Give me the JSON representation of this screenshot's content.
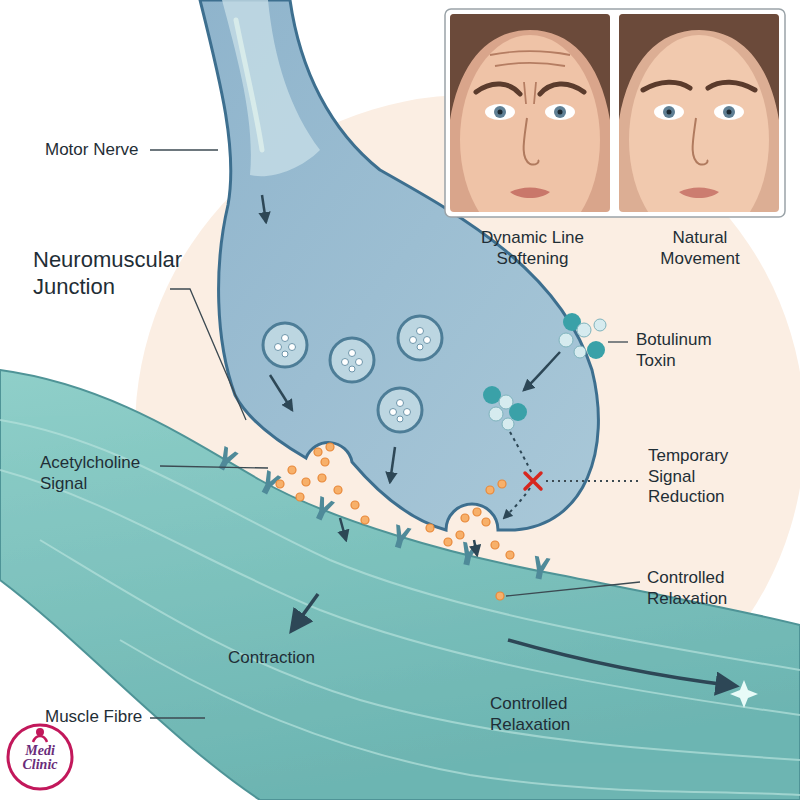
{
  "diagram": {
    "labels": [
      "Motor Nerve",
      "Neuromuscular Junction",
      "Acetylcholine Signal",
      "Botulinum Toxin",
      "Temporary Signal Reduction",
      "Controlled Relaxation",
      "Contraction",
      "Controlled Relaxation",
      "Muscle Fibre",
      "Dynamic Line Softening",
      "Natural Movement",
      "Medi Clinic"
    ]
  }
}
